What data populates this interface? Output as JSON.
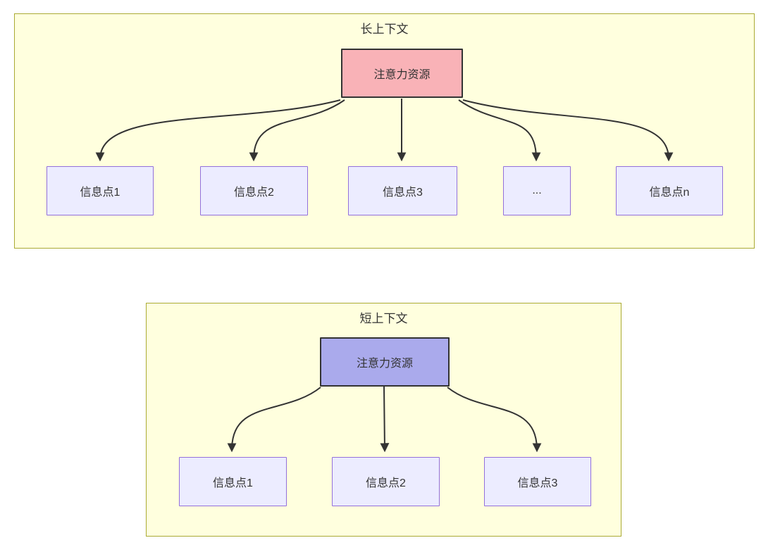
{
  "page": {
    "background": "#ffffff"
  },
  "diagram": {
    "type": "flowchart",
    "edge_color": "#333333",
    "sections": [
      {
        "title": "长上下文",
        "container": {
          "fill": "#ffffde",
          "border": "#aaaa33"
        },
        "source": {
          "label": "注意力资源",
          "fill": "#f9b2b7",
          "border": "#333333"
        },
        "node_style": {
          "fill": "#ececff",
          "border": "#9370db"
        },
        "targets": [
          {
            "label": "信息点1"
          },
          {
            "label": "信息点2"
          },
          {
            "label": "信息点3"
          },
          {
            "label": "..."
          },
          {
            "label": "信息点n"
          }
        ]
      },
      {
        "title": "短上下文",
        "container": {
          "fill": "#ffffde",
          "border": "#aaaa33"
        },
        "source": {
          "label": "注意力资源",
          "fill": "#aaaaec",
          "border": "#333333"
        },
        "node_style": {
          "fill": "#ececff",
          "border": "#9370db"
        },
        "targets": [
          {
            "label": "信息点1"
          },
          {
            "label": "信息点2"
          },
          {
            "label": "信息点3"
          }
        ]
      }
    ]
  }
}
